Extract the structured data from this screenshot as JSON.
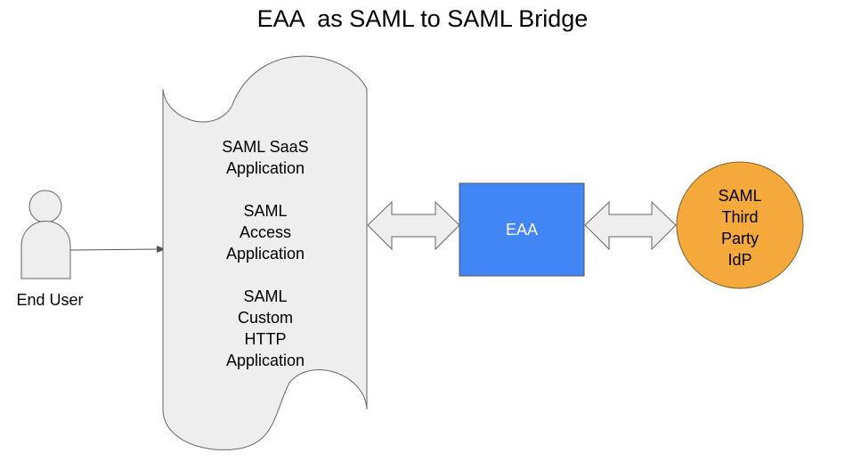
{
  "title": "EAA  as SAML to SAML Bridge",
  "colors": {
    "shape_fill": "#eeeeee",
    "shape_stroke": "#666666",
    "eaa_fill": "#4285f4",
    "idp_fill": "#f6a93b"
  },
  "end_user": {
    "icon": "person-icon",
    "label": "End User"
  },
  "applications": {
    "groups": [
      {
        "lines": [
          "SAML SaaS",
          "Application"
        ]
      },
      {
        "lines": [
          "SAML",
          "Access",
          "Application"
        ]
      },
      {
        "lines": [
          "SAML",
          "Custom",
          "HTTP",
          "Application"
        ]
      }
    ]
  },
  "eaa": {
    "label": "EAA"
  },
  "idp": {
    "lines": [
      "SAML",
      "Third",
      "Party",
      "IdP"
    ]
  },
  "connectors": [
    {
      "from": "End User",
      "to": "Applications",
      "type": "arrow"
    },
    {
      "from": "Applications",
      "to": "EAA",
      "type": "double-arrow"
    },
    {
      "from": "EAA",
      "to": "SAML Third Party IdP",
      "type": "double-arrow"
    }
  ]
}
